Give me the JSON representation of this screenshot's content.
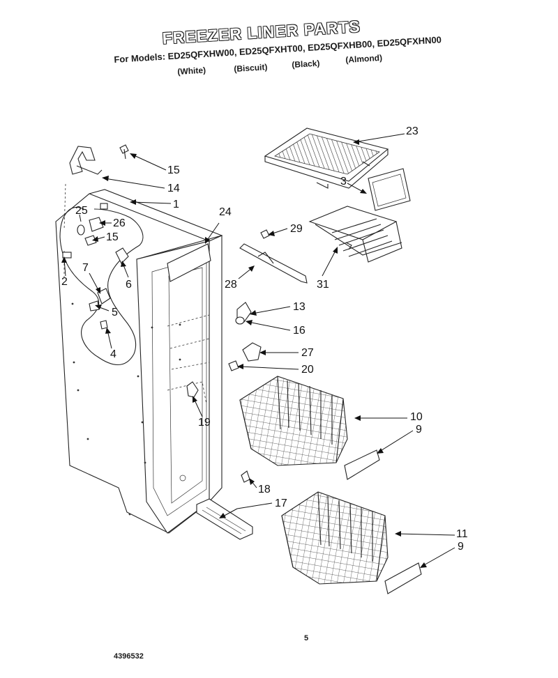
{
  "title": "FREEZER LINER PARTS",
  "models_line": "For Models: ED25QFXHW00, ED25QFXHT00, ED25QFXHB00, ED25QFXHN00",
  "colors": [
    "(White)",
    "(Biscuit)",
    "(Black)",
    "(Almond)"
  ],
  "page_number": "5",
  "document_number": "4396532",
  "callouts": [
    "23",
    "3",
    "15",
    "14",
    "1",
    "24",
    "25",
    "26",
    "15",
    "29",
    "2",
    "7",
    "6",
    "28",
    "31",
    "5",
    "13",
    "16",
    "4",
    "27",
    "20",
    "19",
    "10",
    "9",
    "18",
    "17",
    "11",
    "9"
  ]
}
